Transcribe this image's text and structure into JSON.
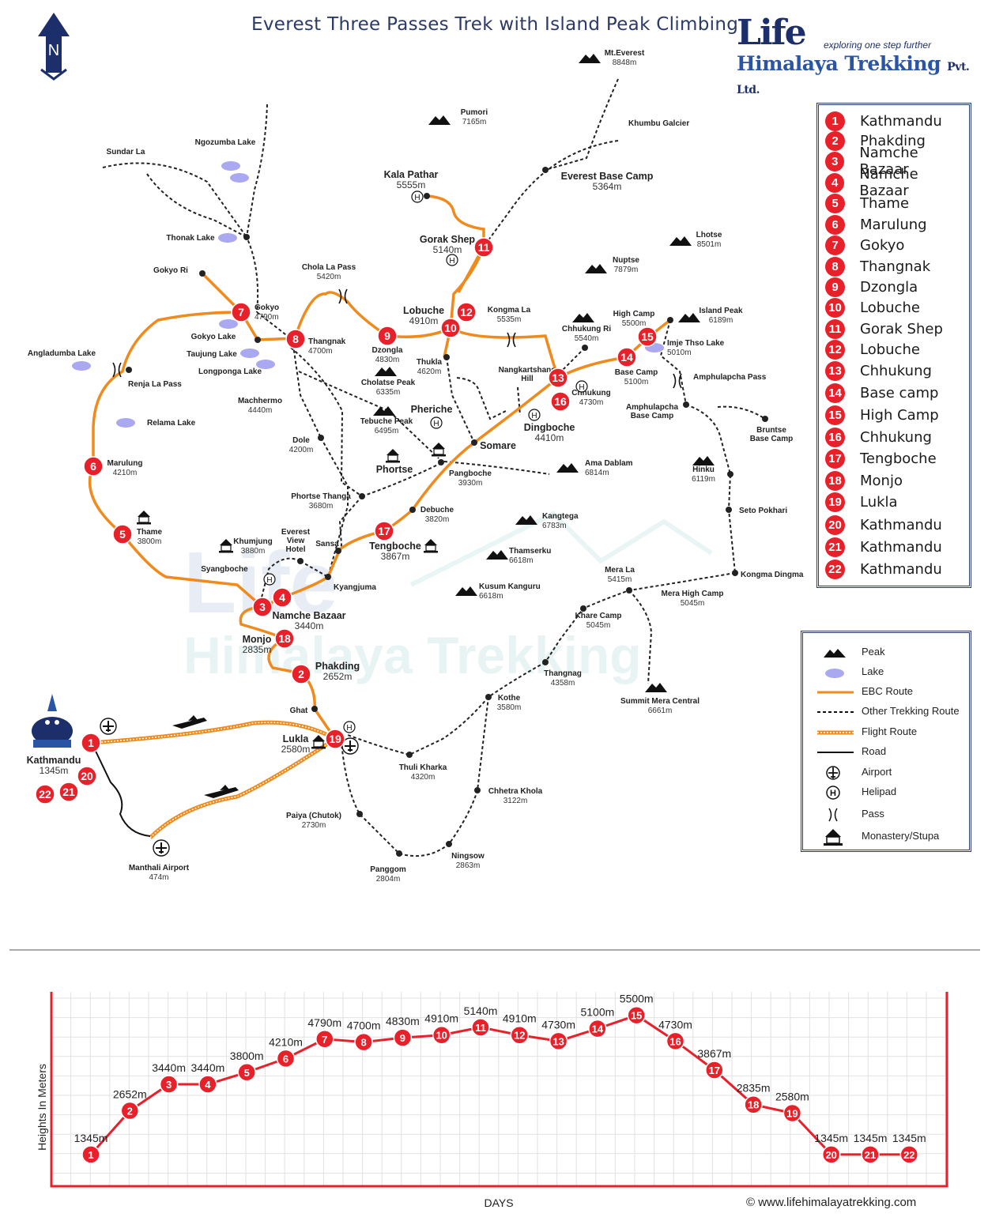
{
  "title": "Everest Three Passes Trek with Island Peak Climbing",
  "logo": {
    "big": "Life",
    "tagline": "exploring one step further",
    "name": "Himalaya Trekking",
    "suffix": "Pvt. Ltd."
  },
  "north_label": "N",
  "itinerary": [
    {
      "n": "1",
      "name": "Kathmandu"
    },
    {
      "n": "2",
      "name": "Phakding"
    },
    {
      "n": "3",
      "name": "Namche Bazaar"
    },
    {
      "n": "4",
      "name": "Namche Bazaar"
    },
    {
      "n": "5",
      "name": "Thame"
    },
    {
      "n": "6",
      "name": "Marulung"
    },
    {
      "n": "7",
      "name": "Gokyo"
    },
    {
      "n": "8",
      "name": "Thangnak"
    },
    {
      "n": "9",
      "name": "Dzongla"
    },
    {
      "n": "10",
      "name": "Lobuche"
    },
    {
      "n": "11",
      "name": "Gorak Shep"
    },
    {
      "n": "12",
      "name": "Lobuche"
    },
    {
      "n": "13",
      "name": "Chhukung"
    },
    {
      "n": "14",
      "name": "Base camp"
    },
    {
      "n": "15",
      "name": "High Camp"
    },
    {
      "n": "16",
      "name": "Chhukung"
    },
    {
      "n": "17",
      "name": "Tengboche"
    },
    {
      "n": "18",
      "name": "Monjo"
    },
    {
      "n": "19",
      "name": "Lukla"
    },
    {
      "n": "20",
      "name": "Kathmandu"
    },
    {
      "n": "21",
      "name": "Kathmandu"
    },
    {
      "n": "22",
      "name": "Kathmandu"
    }
  ],
  "map_key": [
    {
      "sym": "peak",
      "label": "Peak"
    },
    {
      "sym": "lake",
      "label": "Lake"
    },
    {
      "sym": "ebc",
      "label": "EBC Route"
    },
    {
      "sym": "other",
      "label": "Other Trekking Route"
    },
    {
      "sym": "flight",
      "label": "Flight Route"
    },
    {
      "sym": "road",
      "label": "Road"
    },
    {
      "sym": "airport",
      "label": "Airport"
    },
    {
      "sym": "heli",
      "label": "Helipad"
    },
    {
      "sym": "pass",
      "label": "Pass"
    },
    {
      "sym": "stupa",
      "label": "Monastery/Stupa"
    }
  ],
  "colors": {
    "route": "#f08a1c",
    "marker": "#e8202a",
    "navy": "#1c2f6b",
    "chart_frame": "#e8202a"
  },
  "map_labels": [
    {
      "t": "Mt.Everest",
      "e": "8848m"
    },
    {
      "t": "Pumori",
      "e": "7165m"
    },
    {
      "t": "Khumbu Galcier",
      "e": ""
    },
    {
      "t": "Kala Pathar",
      "e": "5555m"
    },
    {
      "t": "Everest Base Camp",
      "e": "5364m"
    },
    {
      "t": "Gorak Shep",
      "e": "5140m"
    },
    {
      "t": "Lhotse",
      "e": "8501m"
    },
    {
      "t": "Nuptse",
      "e": "7879m"
    },
    {
      "t": "Sundar La",
      "e": ""
    },
    {
      "t": "Ngozumba Lake",
      "e": ""
    },
    {
      "t": "Thonak Lake",
      "e": ""
    },
    {
      "t": "Gokyo Ri",
      "e": ""
    },
    {
      "t": "Chola La Pass",
      "e": "5420m"
    },
    {
      "t": "Gokyo",
      "e": "4790m"
    },
    {
      "t": "Gokyo Lake",
      "e": ""
    },
    {
      "t": "Taujung Lake",
      "e": ""
    },
    {
      "t": "Longponga Lake",
      "e": ""
    },
    {
      "t": "Thangnak",
      "e": "4700m"
    },
    {
      "t": "Dzongla",
      "e": "4830m"
    },
    {
      "t": "Lobuche",
      "e": "4910m"
    },
    {
      "t": "Kongma La",
      "e": "5535m"
    },
    {
      "t": "Chhukung Ri",
      "e": "5540m"
    },
    {
      "t": "High Camp",
      "e": "5500m"
    },
    {
      "t": "Island Peak",
      "e": "6189m"
    },
    {
      "t": "Imje Thso Lake",
      "e": "5010m"
    },
    {
      "t": "Angladumba Lake",
      "e": ""
    },
    {
      "t": "Renja La Pass",
      "e": ""
    },
    {
      "t": "Thukla",
      "e": "4620m"
    },
    {
      "t": "Nangkartshang Hill",
      "e": ""
    },
    {
      "t": "Base Camp",
      "e": "5100m"
    },
    {
      "t": "Amphulapcha Pass",
      "e": ""
    },
    {
      "t": "Chhukung",
      "e": "4730m"
    },
    {
      "t": "Cholatse Peak",
      "e": "6335m"
    },
    {
      "t": "Machhermo",
      "e": "4440m"
    },
    {
      "t": "Relama Lake",
      "e": ""
    },
    {
      "t": "Tebuche Peak",
      "e": "6495m"
    },
    {
      "t": "Pheriche",
      "e": ""
    },
    {
      "t": "Dingboche",
      "e": "4410m"
    },
    {
      "t": "Amphulapcha Base Camp",
      "e": ""
    },
    {
      "t": "Bruntse Base Camp",
      "e": ""
    },
    {
      "t": "Dole",
      "e": "4200m"
    },
    {
      "t": "Somare",
      "e": ""
    },
    {
      "t": "Marulung",
      "e": "4210m"
    },
    {
      "t": "Phortse",
      "e": ""
    },
    {
      "t": "Ama Dablam",
      "e": "6814m"
    },
    {
      "t": "Hinku",
      "e": "6119m"
    },
    {
      "t": "Pangboche",
      "e": "3930m"
    },
    {
      "t": "Phortse Thanga",
      "e": "3680m"
    },
    {
      "t": "Debuche",
      "e": "3820m"
    },
    {
      "t": "Seto Pokhari",
      "e": ""
    },
    {
      "t": "Kangtega",
      "e": "6783m"
    },
    {
      "t": "Thame",
      "e": "3800m"
    },
    {
      "t": "Khumjung",
      "e": "3880m"
    },
    {
      "t": "Everest View Hotel",
      "e": ""
    },
    {
      "t": "Sansa",
      "e": ""
    },
    {
      "t": "Tengboche",
      "e": "3867m"
    },
    {
      "t": "Thamserku",
      "e": "6618m"
    },
    {
      "t": "Syangboche",
      "e": ""
    },
    {
      "t": "Mera La",
      "e": "5415m"
    },
    {
      "t": "Kongma Dingma",
      "e": ""
    },
    {
      "t": "Kyangjuma",
      "e": ""
    },
    {
      "t": "Kusum Kanguru",
      "e": "6618m"
    },
    {
      "t": "Mera High Camp",
      "e": "5045m"
    },
    {
      "t": "Namche Bazaar",
      "e": "3440m"
    },
    {
      "t": "Khare Camp",
      "e": "5045m"
    },
    {
      "t": "Monjo",
      "e": "2835m"
    },
    {
      "t": "Phakding",
      "e": "2652m"
    },
    {
      "t": "Thangnag",
      "e": "4358m"
    },
    {
      "t": "Summit Mera Central",
      "e": "6661m"
    },
    {
      "t": "Ghat",
      "e": ""
    },
    {
      "t": "Kothe",
      "e": "3580m"
    },
    {
      "t": "Lukla",
      "e": "2580m"
    },
    {
      "t": "Kathmandu",
      "e": "1345m"
    },
    {
      "t": "Thuli Kharka",
      "e": "4320m"
    },
    {
      "t": "Chhetra Khola",
      "e": "3122m"
    },
    {
      "t": "Paiya (Chutok)",
      "e": "2730m"
    },
    {
      "t": "Ningsow",
      "e": "2863m"
    },
    {
      "t": "Panggom",
      "e": "2804m"
    },
    {
      "t": "Manthali Airport",
      "e": "474m"
    }
  ],
  "chart_data": {
    "type": "line",
    "title": "",
    "xlabel": "DAYS",
    "ylabel": "Heights In Meters",
    "x": [
      1,
      2,
      3,
      4,
      5,
      6,
      7,
      8,
      9,
      10,
      11,
      12,
      13,
      14,
      15,
      16,
      17,
      18,
      19,
      20,
      21,
      22
    ],
    "series": [
      {
        "values": [
          1345,
          2652,
          3440,
          3440,
          3800,
          4210,
          4790,
          4700,
          4830,
          4910,
          5140,
          4910,
          4730,
          5100,
          5500,
          4730,
          3867,
          2835,
          2580,
          1345,
          1345,
          1345
        ],
        "labels": [
          "1345m",
          "2652m",
          "3440m",
          "3440m",
          "3800m",
          "4210m",
          "4790m",
          "4700m",
          "4830m",
          "4910m",
          "5140m",
          "4910m",
          "4730m",
          "5100m",
          "5500m",
          "4730m",
          "3867m",
          "2835m",
          "2580m",
          "1345m",
          "1345m",
          "1345m"
        ]
      }
    ],
    "ylim": [
      400,
      6200
    ],
    "grid": true
  },
  "copyright": "© www.lifehimalayatrekking.com"
}
